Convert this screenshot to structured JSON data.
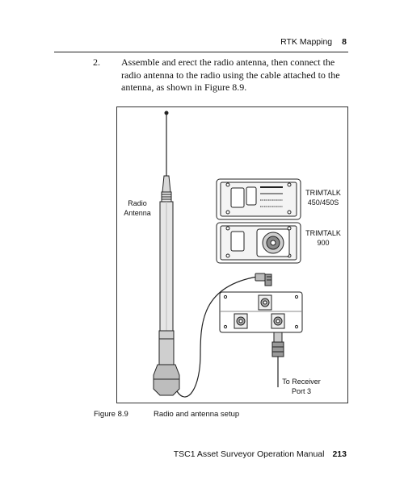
{
  "header": {
    "section": "RTK Mapping",
    "chapter": "8"
  },
  "step": {
    "number": "2.",
    "text": "Assemble and erect the radio antenna, then connect the radio antenna to the radio using the cable attached to the antenna, as shown in Figure 8.9."
  },
  "figure": {
    "labels": {
      "radio_antenna_line1": "Radio",
      "radio_antenna_line2": "Antenna",
      "trimtalk_450_line1": "TRIMTALK",
      "trimtalk_450_line2": "450/450S",
      "trimtalk_900_line1": "TRIMTALK",
      "trimtalk_900_line2": "900",
      "receiver_line1": "To Receiver",
      "receiver_line2": "Port 3"
    },
    "caption_number": "Figure 8.9",
    "caption_text": "Radio and antenna setup"
  },
  "footer": {
    "manual_title": "TSC1 Asset Surveyor Operation Manual",
    "page_number": "213"
  }
}
